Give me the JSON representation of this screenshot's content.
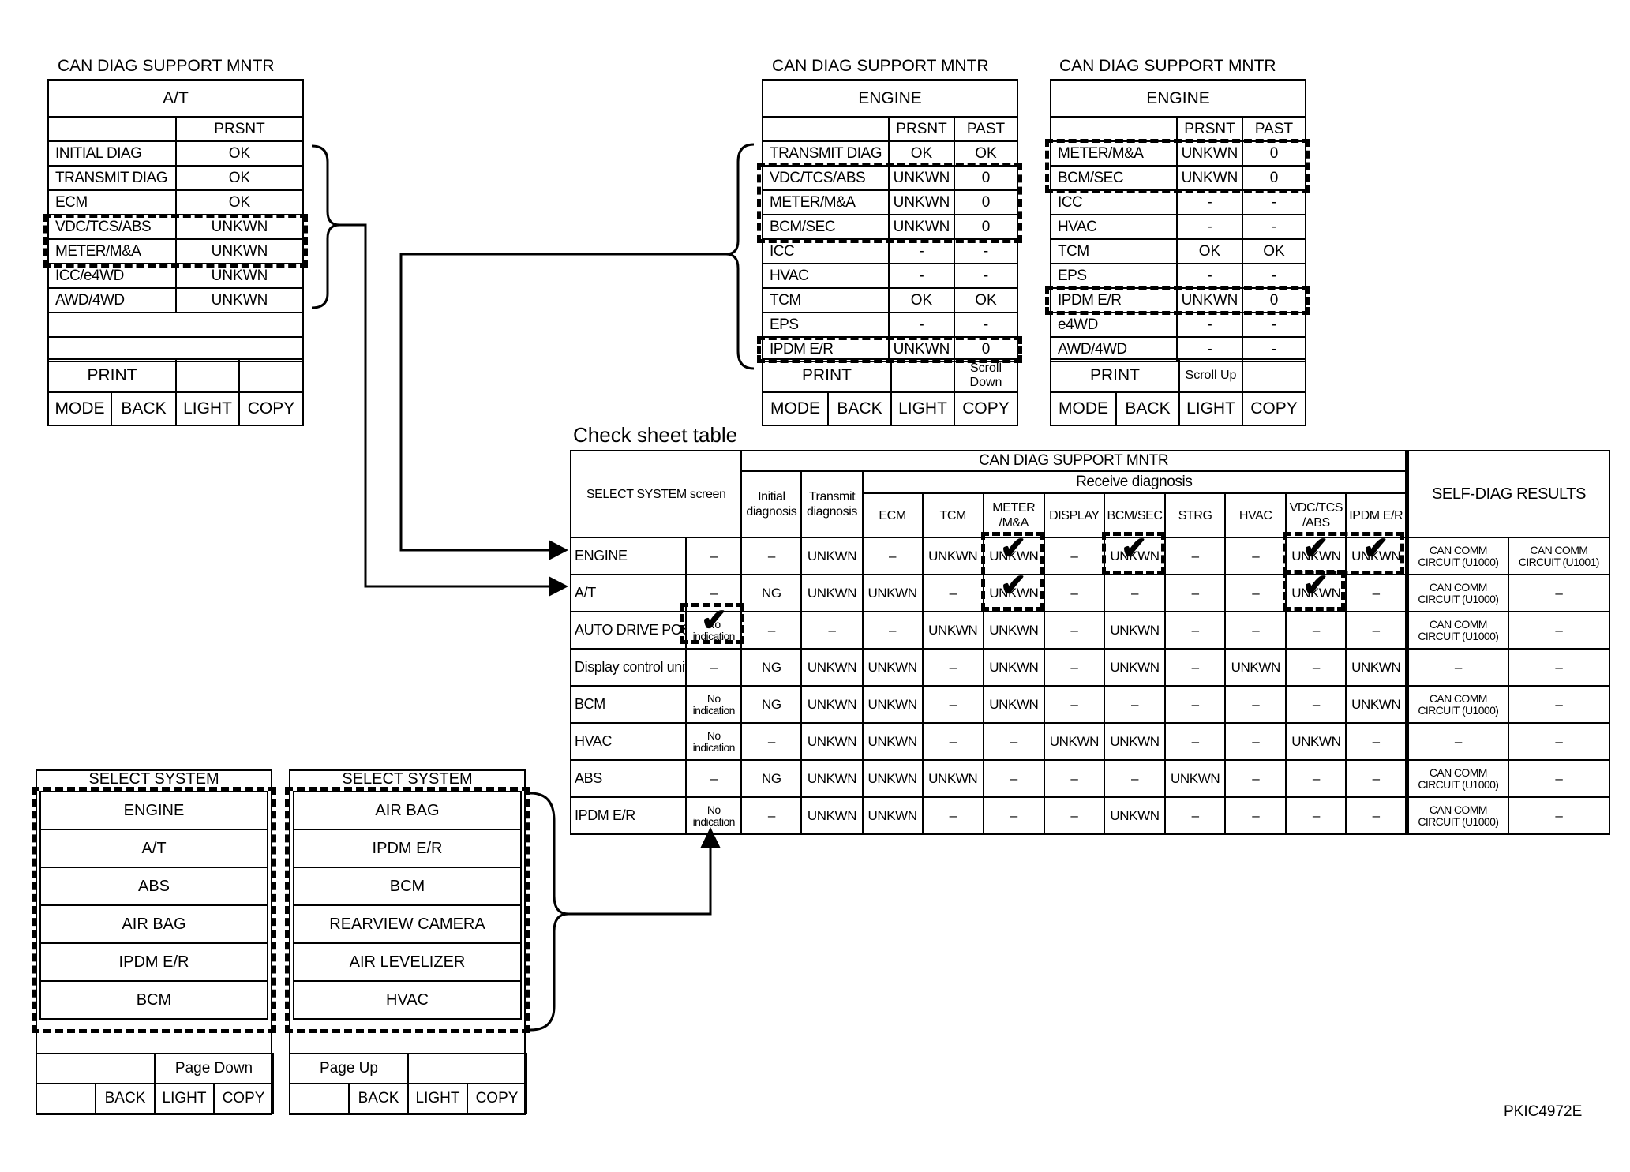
{
  "at_screen": {
    "title": "CAN DIAG SUPPORT MNTR",
    "system": "A/T",
    "col_header": "PRSNT",
    "rows": [
      {
        "label": "INITIAL DIAG",
        "value": "OK"
      },
      {
        "label": "TRANSMIT DIAG",
        "value": "OK"
      },
      {
        "label": "ECM",
        "value": "OK"
      },
      {
        "label": "VDC/TCS/ABS",
        "value": "UNKWN"
      },
      {
        "label": "METER/M&A",
        "value": "UNKWN"
      },
      {
        "label": "ICC/e4WD",
        "value": "UNKWN"
      },
      {
        "label": "AWD/4WD",
        "value": "UNKWN"
      }
    ],
    "print": "PRINT",
    "buttons": [
      "MODE",
      "BACK",
      "LIGHT",
      "COPY"
    ]
  },
  "engine_screen_1": {
    "title": "CAN DIAG SUPPORT MNTR",
    "system": "ENGINE",
    "col_headers": [
      "PRSNT",
      "PAST"
    ],
    "rows": [
      {
        "label": "TRANSMIT DIAG",
        "prsnt": "OK",
        "past": "OK"
      },
      {
        "label": "VDC/TCS/ABS",
        "prsnt": "UNKWN",
        "past": "0"
      },
      {
        "label": "METER/M&A",
        "prsnt": "UNKWN",
        "past": "0"
      },
      {
        "label": "BCM/SEC",
        "prsnt": "UNKWN",
        "past": "0"
      },
      {
        "label": "ICC",
        "prsnt": "-",
        "past": "-"
      },
      {
        "label": "HVAC",
        "prsnt": "-",
        "past": "-"
      },
      {
        "label": "TCM",
        "prsnt": "OK",
        "past": "OK"
      },
      {
        "label": "EPS",
        "prsnt": "-",
        "past": "-"
      },
      {
        "label": "IPDM E/R",
        "prsnt": "UNKWN",
        "past": "0"
      }
    ],
    "print": "PRINT",
    "scroll": "Scroll Down",
    "buttons": [
      "MODE",
      "BACK",
      "LIGHT",
      "COPY"
    ]
  },
  "engine_screen_2": {
    "title": "CAN DIAG SUPPORT MNTR",
    "system": "ENGINE",
    "col_headers": [
      "PRSNT",
      "PAST"
    ],
    "rows": [
      {
        "label": "METER/M&A",
        "prsnt": "UNKWN",
        "past": "0"
      },
      {
        "label": "BCM/SEC",
        "prsnt": "UNKWN",
        "past": "0"
      },
      {
        "label": "ICC",
        "prsnt": "-",
        "past": "-"
      },
      {
        "label": "HVAC",
        "prsnt": "-",
        "past": "-"
      },
      {
        "label": "TCM",
        "prsnt": "OK",
        "past": "OK"
      },
      {
        "label": "EPS",
        "prsnt": "-",
        "past": "-"
      },
      {
        "label": "IPDM E/R",
        "prsnt": "UNKWN",
        "past": "0"
      },
      {
        "label": "e4WD",
        "prsnt": "-",
        "past": "-"
      },
      {
        "label": "AWD/4WD",
        "prsnt": "-",
        "past": "-"
      }
    ],
    "print": "PRINT",
    "scroll": "Scroll Up",
    "buttons": [
      "MODE",
      "BACK",
      "LIGHT",
      "COPY"
    ]
  },
  "select_screen_1": {
    "title": "SELECT SYSTEM",
    "items": [
      "ENGINE",
      "A/T",
      "ABS",
      "AIR BAG",
      "IPDM E/R",
      "BCM"
    ],
    "page": "Page Down",
    "buttons": [
      "BACK",
      "LIGHT",
      "COPY"
    ]
  },
  "select_screen_2": {
    "title": "SELECT SYSTEM",
    "items": [
      "AIR BAG",
      "IPDM E/R",
      "BCM",
      "REARVIEW CAMERA",
      "AIR LEVELIZER",
      "HVAC"
    ],
    "page": "Page Up",
    "buttons": [
      "BACK",
      "LIGHT",
      "COPY"
    ]
  },
  "check_sheet": {
    "title": "Check sheet table",
    "select_header": "SELECT SYSTEM screen",
    "can_header": "CAN DIAG SUPPORT MNTR",
    "initial_header": "Initial diagnosis",
    "transmit_header": "Transmit diagnosis",
    "receive_header": "Receive diagnosis",
    "receive_cols": [
      "ECM",
      "TCM",
      "METER /M&A",
      "DISPLAY",
      "BCM/SEC",
      "STRG",
      "HVAC",
      "VDC/TCS /ABS",
      "IPDM E/R"
    ],
    "self_diag_header": "SELF-DIAG RESULTS",
    "rows": [
      {
        "system": "ENGINE",
        "sel": "–",
        "initial": "–",
        "transmit": "UNKWN",
        "recv": [
          "–",
          "UNKWN",
          "UNKWN",
          "–",
          "UNKWN",
          "–",
          "–",
          "UNKWN",
          "UNKWN"
        ],
        "diag1": "CAN COMM CIRCUIT (U1000)",
        "diag2": "CAN COMM CIRCUIT (U1001)"
      },
      {
        "system": "A/T",
        "sel": "–",
        "initial": "NG",
        "transmit": "UNKWN",
        "recv": [
          "UNKWN",
          "–",
          "UNKWN",
          "–",
          "–",
          "–",
          "–",
          "UNKWN",
          "–"
        ],
        "diag1": "CAN COMM CIRCUIT (U1000)",
        "diag2": "–"
      },
      {
        "system": "AUTO DRIVE POS.",
        "sel": "No indication",
        "initial": "–",
        "transmit": "–",
        "recv": [
          "–",
          "UNKWN",
          "UNKWN",
          "–",
          "UNKWN",
          "–",
          "–",
          "–",
          "–"
        ],
        "diag1": "CAN COMM CIRCUIT (U1000)",
        "diag2": "–"
      },
      {
        "system": "Display control unit",
        "sel": "–",
        "initial": "NG",
        "transmit": "UNKWN",
        "recv": [
          "UNKWN",
          "–",
          "UNKWN",
          "–",
          "UNKWN",
          "–",
          "UNKWN",
          "–",
          "UNKWN"
        ],
        "diag1": "–",
        "diag2": "–"
      },
      {
        "system": "BCM",
        "sel": "No indication",
        "initial": "NG",
        "transmit": "UNKWN",
        "recv": [
          "UNKWN",
          "–",
          "UNKWN",
          "–",
          "–",
          "–",
          "–",
          "–",
          "UNKWN"
        ],
        "diag1": "CAN COMM CIRCUIT (U1000)",
        "diag2": "–"
      },
      {
        "system": "HVAC",
        "sel": "No indication",
        "initial": "–",
        "transmit": "UNKWN",
        "recv": [
          "UNKWN",
          "–",
          "–",
          "UNKWN",
          "UNKWN",
          "–",
          "–",
          "UNKWN",
          "–"
        ],
        "diag1": "–",
        "diag2": "–"
      },
      {
        "system": "ABS",
        "sel": "–",
        "initial": "NG",
        "transmit": "UNKWN",
        "recv": [
          "UNKWN",
          "UNKWN",
          "–",
          "–",
          "–",
          "UNKWN",
          "–",
          "–",
          "–"
        ],
        "diag1": "CAN COMM CIRCUIT (U1000)",
        "diag2": "–"
      },
      {
        "system": "IPDM E/R",
        "sel": "No indication",
        "initial": "–",
        "transmit": "UNKWN",
        "recv": [
          "UNKWN",
          "–",
          "–",
          "–",
          "UNKWN",
          "–",
          "–",
          "–",
          "–"
        ],
        "diag1": "CAN COMM CIRCUIT (U1000)",
        "diag2": "–"
      }
    ]
  },
  "figure_code": "PKIC4972E",
  "check_mark": "✔"
}
